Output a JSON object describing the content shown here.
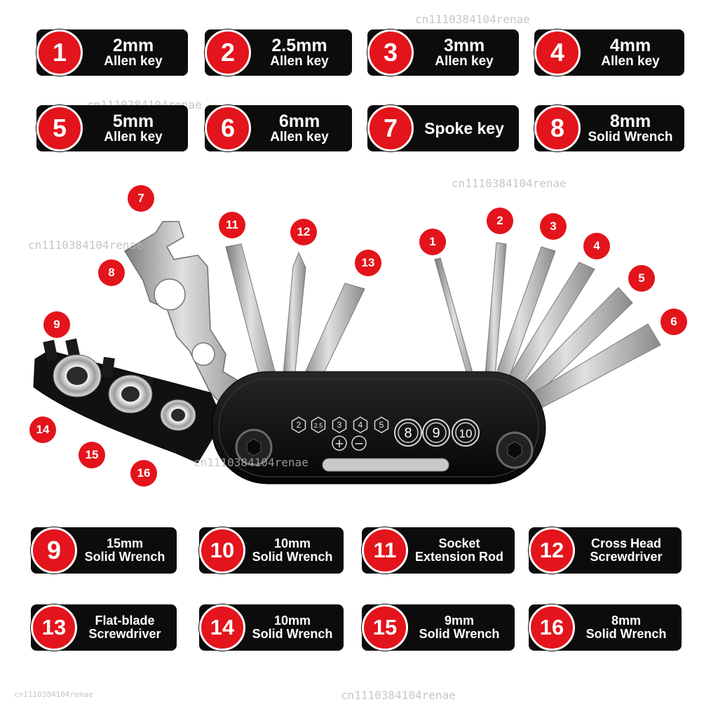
{
  "labels_top": [
    {
      "num": "1",
      "line1": "2mm",
      "line2": "Allen key"
    },
    {
      "num": "2",
      "line1": "2.5mm",
      "line2": "Allen key"
    },
    {
      "num": "3",
      "line1": "3mm",
      "line2": "Allen key"
    },
    {
      "num": "4",
      "line1": "4mm",
      "line2": "Allen key"
    },
    {
      "num": "5",
      "line1": "5mm",
      "line2": "Allen key"
    },
    {
      "num": "6",
      "line1": "6mm",
      "line2": "Allen key"
    },
    {
      "num": "7",
      "line1": "Spoke key",
      "line2": ""
    },
    {
      "num": "8",
      "line1": "8mm",
      "line2": "Solid Wrench"
    }
  ],
  "labels_bottom": [
    {
      "num": "9",
      "line1": "15mm",
      "line2": "Solid Wrench"
    },
    {
      "num": "10",
      "line1": "10mm",
      "line2": "Solid Wrench"
    },
    {
      "num": "11",
      "line1": "Socket",
      "line2": "Extension Rod"
    },
    {
      "num": "12",
      "line1": "Cross Head",
      "line2": "Screwdriver"
    },
    {
      "num": "13",
      "line1": "Flat-blade",
      "line2": "Screwdriver"
    },
    {
      "num": "14",
      "line1": "10mm",
      "line2": "Solid Wrench"
    },
    {
      "num": "15",
      "line1": "9mm",
      "line2": "Solid Wrench"
    },
    {
      "num": "16",
      "line1": "8mm",
      "line2": "Solid Wrench"
    }
  ],
  "callouts": [
    "1",
    "2",
    "3",
    "4",
    "5",
    "6",
    "7",
    "8",
    "9",
    "11",
    "12",
    "13",
    "14",
    "15",
    "16"
  ],
  "body_markings": {
    "hex_sizes": [
      "2",
      "2.5",
      "3",
      "4",
      "5"
    ],
    "plus_minus": [
      "+",
      "−"
    ],
    "socket_sizes": [
      "8",
      "9",
      "10"
    ]
  },
  "watermark": "cn1110384104renae",
  "colors": {
    "badge": "#e3141b",
    "label_bg": "#0c0c0c",
    "tool_body": "#141414",
    "steel": "#b5b5b5"
  }
}
